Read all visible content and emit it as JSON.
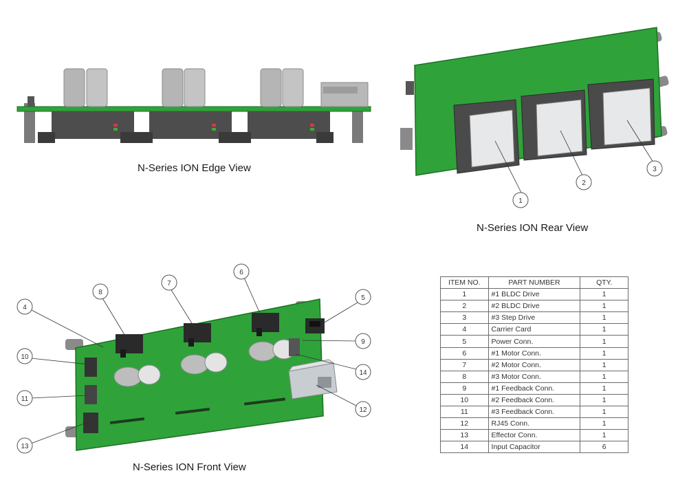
{
  "views": {
    "edge_caption": "N-Series ION Edge View",
    "rear_caption": "N-Series ION Rear View",
    "front_caption": "N-Series ION Front View"
  },
  "bom": {
    "headers": [
      "ITEM NO.",
      "PART NUMBER",
      "QTY."
    ],
    "rows": [
      {
        "no": "1",
        "part": "#1 BLDC Drive",
        "qty": "1"
      },
      {
        "no": "2",
        "part": "#2 BLDC Drive",
        "qty": "1"
      },
      {
        "no": "3",
        "part": "#3 Step Drive",
        "qty": "1"
      },
      {
        "no": "4",
        "part": "Carrier Card",
        "qty": "1"
      },
      {
        "no": "5",
        "part": "Power Conn.",
        "qty": "1"
      },
      {
        "no": "6",
        "part": "#1 Motor Conn.",
        "qty": "1"
      },
      {
        "no": "7",
        "part": "#2 Motor Conn.",
        "qty": "1"
      },
      {
        "no": "8",
        "part": "#3 Motor Conn.",
        "qty": "1"
      },
      {
        "no": "9",
        "part": "#1 Feedback Conn.",
        "qty": "1"
      },
      {
        "no": "10",
        "part": "#2 Feedback Conn.",
        "qty": "1"
      },
      {
        "no": "11",
        "part": "#3 Feedback Conn.",
        "qty": "1"
      },
      {
        "no": "12",
        "part": "RJ45 Conn.",
        "qty": "1"
      },
      {
        "no": "13",
        "part": "Effector Conn.",
        "qty": "1"
      },
      {
        "no": "14",
        "part": "Input Capacitor",
        "qty": "6"
      }
    ]
  },
  "balloons": {
    "b1": "1",
    "b2": "2",
    "b3": "3",
    "b4": "4",
    "b5": "5",
    "b6": "6",
    "b7": "7",
    "b8": "8",
    "b9": "9",
    "b10": "10",
    "b11": "11",
    "b12": "12",
    "b13": "13",
    "b14": "14"
  },
  "colors": {
    "pcb": "#2fa33a",
    "pcb_edge": "#1d6e24",
    "module": "#4a4a4a",
    "capacitor": "#b9b9b9",
    "connector": "#2a2a2a"
  }
}
